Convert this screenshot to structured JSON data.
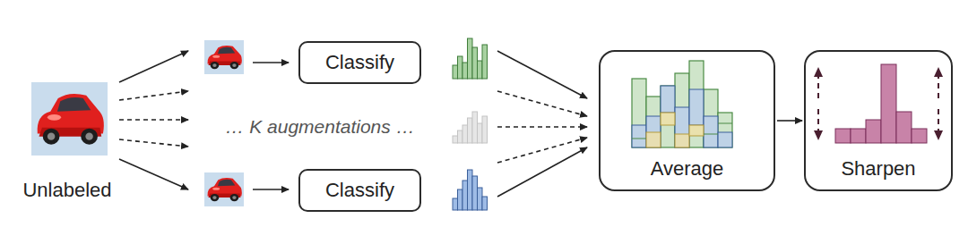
{
  "diagram": {
    "nodes": [
      {
        "text": [
          "Classify"
        ]
      },
      {
        "text": [
          "Classify"
        ]
      },
      {
        "text": [
          "Average"
        ]
      },
      {
        "text": [
          "Sharpen"
        ]
      }
    ],
    "edges": [
      {
        "from": 2,
        "to": 3,
        "arrow": "to"
      }
    ],
    "labels": [
      "Unlabeled",
      "… K augmentations …"
    ]
  }
}
